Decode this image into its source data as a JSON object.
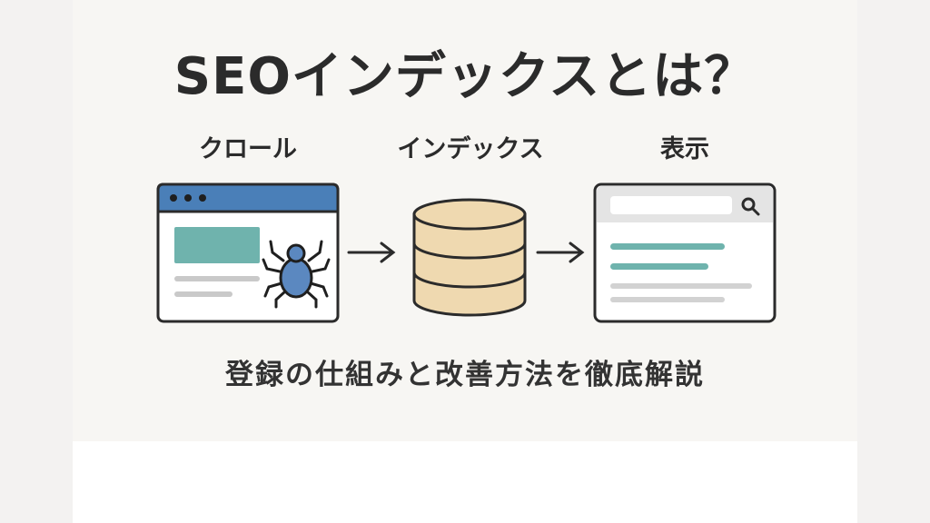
{
  "title": "SEOインデックスとは？",
  "stages": {
    "crawl": "クロール",
    "index": "インデックス",
    "display": "表示"
  },
  "subtitle": "登録の仕組みと改善方法を徹底解説",
  "icons": {
    "crawl": "browser-with-spider-icon",
    "index": "database-icon",
    "display": "search-results-page-icon",
    "arrow": "right-arrow-icon",
    "search": "search-icon"
  },
  "colors": {
    "background": "#f7f6f3",
    "outline": "#2b2b2b",
    "browser_header": "#4a7fb8",
    "teal": "#6fb3ad",
    "spider": "#5b88c0",
    "database": "#efd9b0",
    "gray_line": "#c9c9c9",
    "search_bar": "#e4e4e4"
  }
}
